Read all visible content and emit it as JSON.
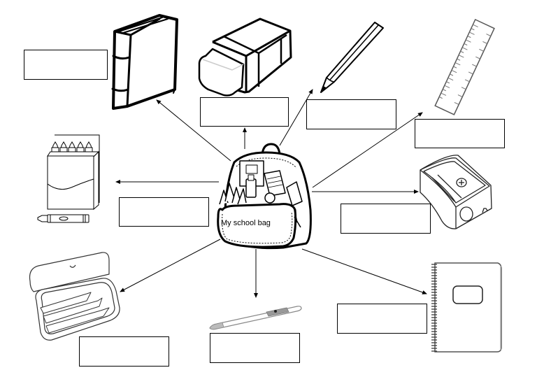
{
  "worksheet": {
    "center": {
      "label": "My school bag",
      "item": "backpack"
    },
    "items": [
      {
        "id": "book",
        "name": "book",
        "answer": ""
      },
      {
        "id": "eraser",
        "name": "eraser",
        "answer": ""
      },
      {
        "id": "pencil",
        "name": "pencil",
        "answer": ""
      },
      {
        "id": "ruler",
        "name": "ruler",
        "answer": ""
      },
      {
        "id": "crayons",
        "name": "crayons",
        "answer": ""
      },
      {
        "id": "sharpener",
        "name": "pencil sharpener",
        "answer": ""
      },
      {
        "id": "pencil-case",
        "name": "pencil case",
        "answer": ""
      },
      {
        "id": "pen",
        "name": "pen",
        "answer": ""
      },
      {
        "id": "notebook",
        "name": "notebook",
        "answer": ""
      }
    ]
  },
  "colors": {
    "line": "#000000",
    "background": "#ffffff",
    "pen_grip": "#999999"
  }
}
